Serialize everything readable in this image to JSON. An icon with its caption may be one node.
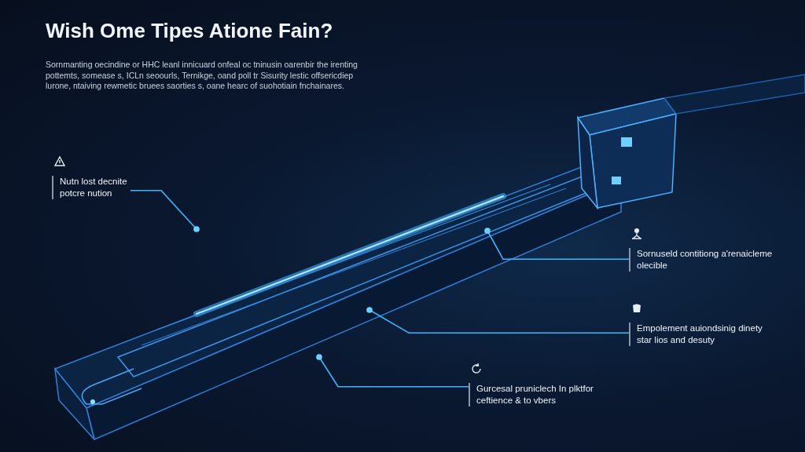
{
  "diagram": {
    "title": "Wish Ome Tipes Atione Fain?",
    "nodes": [
      {
        "text": [
          "Nutn lost decnite potcre nution"
        ]
      },
      {
        "text": [
          "Sornuseld contitiong a'renaicleme olecible"
        ]
      },
      {
        "text": [
          "Empolement auiondsinig dinety star lios and desuty"
        ]
      },
      {
        "text": [
          "Gurcesal pruniclech In plktfor ceftience & to vbers"
        ]
      }
    ],
    "edges": [
      {
        "from": 0,
        "to": null,
        "arrow": "other"
      },
      {
        "from": 1,
        "to": null,
        "arrow": "other"
      },
      {
        "from": 2,
        "to": null,
        "arrow": "other"
      },
      {
        "from": 3,
        "to": null,
        "arrow": "other"
      }
    ],
    "labels": [
      "Sornmanting oecindine or HHC leanl innicuard onfeal oc tninusin oarenbir the irenting pottemts, somease s, ICLn seoourls, Ternikge, oand poll tr Sisurity lestic offsericdiep lurone, ntaiving rewmetic bruees saorties s, oane hearc of suohotiain fnchainares."
    ]
  }
}
